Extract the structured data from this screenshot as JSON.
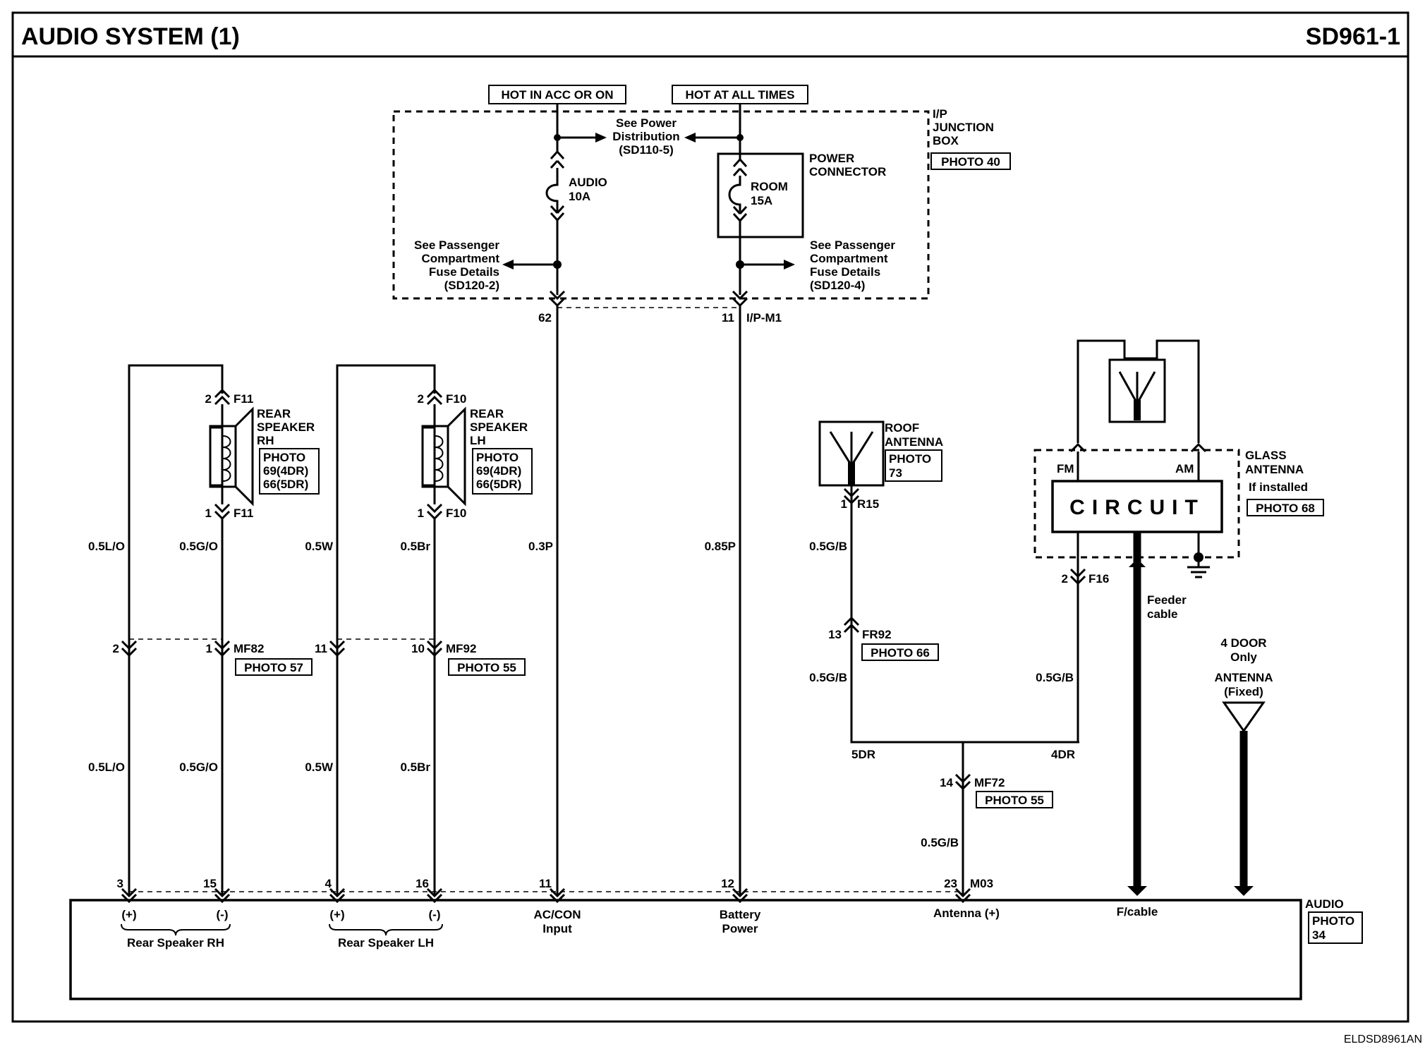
{
  "header": {
    "title": "AUDIO SYSTEM (1)",
    "code": "SD961-1"
  },
  "footer": {
    "ref": "ELDSD8961AN"
  },
  "power": {
    "hot_acc": "HOT IN ACC OR ON",
    "hot_all": "HOT AT ALL TIMES",
    "see_power": [
      "See Power",
      "Distribution",
      "(SD110-5)"
    ],
    "junction_box": [
      "I/P",
      "JUNCTION",
      "BOX"
    ],
    "junction_photo": "PHOTO 40",
    "fuse_audio": [
      "AUDIO",
      "10A"
    ],
    "fuse_room": [
      "ROOM",
      "15A"
    ],
    "power_connector": [
      "POWER",
      "CONNECTOR"
    ],
    "see_pass_left": [
      "See Passenger",
      "Compartment",
      "Fuse Details",
      "(SD120-2)"
    ],
    "see_pass_right": [
      "See Passenger",
      "Compartment",
      "Fuse Details",
      "(SD120-4)"
    ],
    "pin_62": "62",
    "pin_11": "11",
    "conn_ipm1": "I/P-M1"
  },
  "speakers": {
    "rh_label": [
      "REAR",
      "SPEAKER",
      "RH"
    ],
    "rh_photo": [
      "PHOTO",
      "69(4DR)",
      "66(5DR)"
    ],
    "lh_label": [
      "REAR",
      "SPEAKER",
      "LH"
    ],
    "lh_photo": [
      "PHOTO",
      "69(4DR)",
      "66(5DR)"
    ],
    "rh_pin_top": "2",
    "rh_conn_top": "F11",
    "rh_pin_bot": "1",
    "rh_conn_bot": "F11",
    "lh_pin_top": "2",
    "lh_conn_top": "F10",
    "lh_pin_bot": "1",
    "lh_conn_bot": "F10"
  },
  "wires": {
    "w1": "0.5L/O",
    "w2": "0.5G/O",
    "w3": "0.5W",
    "w4": "0.5Br",
    "w5": "0.3P",
    "w6": "0.85P",
    "w7": "0.5G/B",
    "w1b": "0.5L/O",
    "w2b": "0.5G/O",
    "w3b": "0.5W",
    "w4b": "0.5Br",
    "w7b": "0.5G/B",
    "w8": "0.5G/B",
    "w9": "0.5G/B"
  },
  "connectors": {
    "mf82_pin_a": "2",
    "mf82_pin_b": "1",
    "mf82": "MF82",
    "mf82_photo": "PHOTO 57",
    "mf92_pin_a": "11",
    "mf92_pin_b": "10",
    "mf92": "MF92",
    "mf92_photo": "PHOTO 55",
    "fr92_pin": "13",
    "fr92": "FR92",
    "fr92_photo": "PHOTO 66",
    "mf72_pin": "14",
    "mf72": "MF72",
    "mf72_photo": "PHOTO 55",
    "r15_pin": "1",
    "r15": "R15",
    "f16_pin": "2",
    "f16": "F16",
    "m03": "M03"
  },
  "antennas": {
    "roof_label": [
      "ROOF",
      "ANTENNA"
    ],
    "roof_photo": [
      "PHOTO",
      "73"
    ],
    "glass_label": [
      "GLASS",
      "ANTENNA"
    ],
    "glass_note": "If installed",
    "glass_photo": "PHOTO 68",
    "circuit": "CIRCUIT",
    "fm": "FM",
    "am": "AM",
    "feeder": [
      "Feeder",
      "cable"
    ],
    "four_door": [
      "4 DOOR",
      "Only"
    ],
    "fixed_antenna": [
      "ANTENNA",
      "(Fixed)"
    ],
    "dr5": "5DR",
    "dr4": "4DR"
  },
  "audio_unit": {
    "label": "AUDIO",
    "photo": [
      "PHOTO",
      "34"
    ],
    "pins": [
      "3",
      "15",
      "4",
      "16",
      "11",
      "12",
      "23"
    ],
    "plus": "(+)",
    "minus": "(-)",
    "rear_rh": "Rear Speaker RH",
    "rear_lh": "Rear Speaker LH",
    "accon": [
      "AC/CON",
      "Input"
    ],
    "battery": [
      "Battery",
      "Power"
    ],
    "antenna_in": "Antenna (+)",
    "fcable": "F/cable"
  }
}
